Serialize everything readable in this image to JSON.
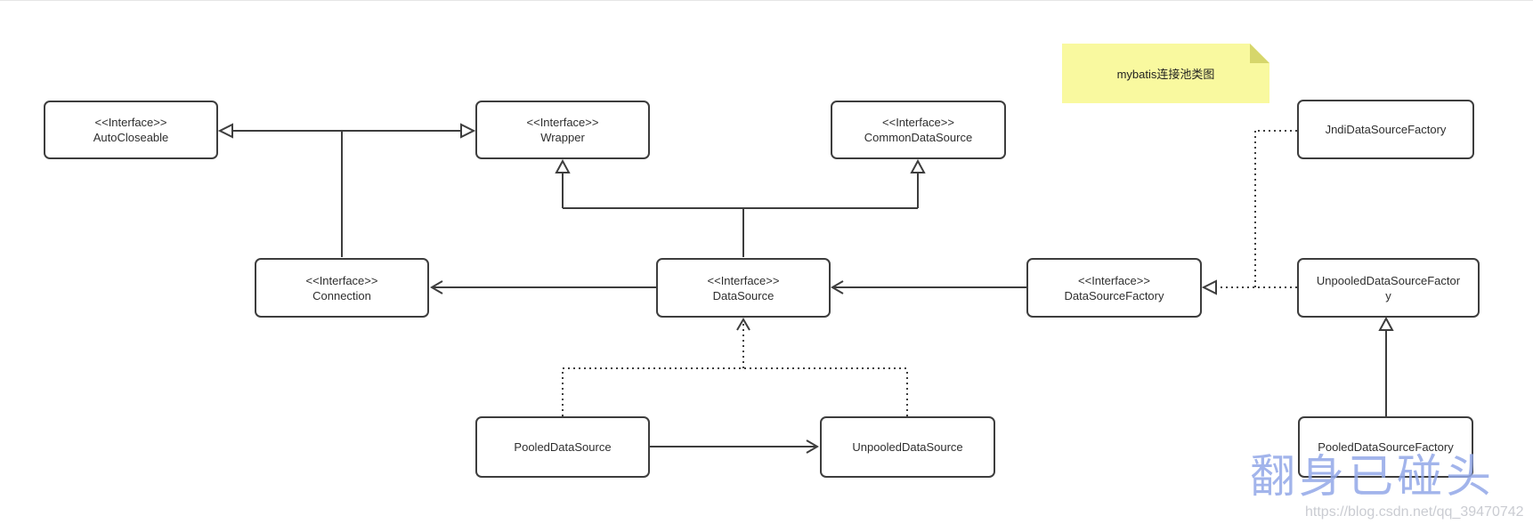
{
  "note": {
    "text": "mybatis连接池类图"
  },
  "nodes": {
    "autocloseable": {
      "line1": "<<Interface>>",
      "line2": "AutoCloseable"
    },
    "wrapper": {
      "line1": "<<Interface>>",
      "line2": "Wrapper"
    },
    "common_data_source": {
      "line1": "<<Interface>>",
      "line2": "CommonDataSource"
    },
    "jndi_data_source_factory": {
      "line1": "JndiDataSourceFactory",
      "line2": ""
    },
    "connection": {
      "line1": "<<Interface>>",
      "line2": "Connection"
    },
    "data_source": {
      "line1": "<<Interface>>",
      "line2": "DataSource"
    },
    "data_source_factory": {
      "line1": "<<Interface>>",
      "line2": "DataSourceFactory"
    },
    "unpooled_data_source_factory": {
      "line1": "UnpooledDataSourceFactor",
      "line2": "y"
    },
    "pooled_data_source": {
      "line1": "PooledDataSource",
      "line2": ""
    },
    "unpooled_data_source": {
      "line1": "UnpooledDataSource",
      "line2": ""
    },
    "pooled_data_source_factory": {
      "line1": "PooledDataSourceFactory",
      "line2": ""
    }
  },
  "watermark": {
    "text": "翻身已碰头",
    "url": "https://blog.csdn.net/qq_39470742"
  },
  "colors": {
    "stroke": "#3d3d3d",
    "box_fill": "#ffffff",
    "note_fill": "#f9f99f",
    "note_fold": "#d6d66b",
    "watermark_text": "#92a8e8",
    "watermark_url": "#caccd2"
  }
}
